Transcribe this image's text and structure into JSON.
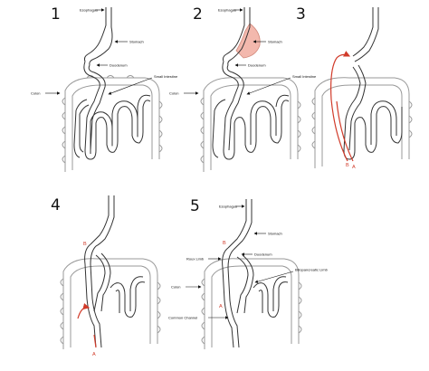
{
  "panels": [
    {
      "number": "1",
      "labels": {
        "esophagus": "Esophagus",
        "stomach": "Stomach",
        "duodenum": "Duodenum",
        "small_intestine": "Small Intestine",
        "colon": "Colon"
      }
    },
    {
      "number": "2",
      "labels": {
        "esophagus": "Esophagus",
        "stomach": "Stomach",
        "duodenum": "Duodenum",
        "small_intestine": "Small Intestine",
        "colon": "Colon"
      }
    },
    {
      "number": "3",
      "markers": {
        "b": "B",
        "a": "A"
      }
    },
    {
      "number": "4",
      "markers": {
        "b": "B",
        "a": "A"
      }
    },
    {
      "number": "5",
      "labels": {
        "esophagus": "Esophagus",
        "stomach": "Stomach",
        "duodenum": "Duodenum",
        "roux_limb": "Roux Limb",
        "bp_limb": "Biliopancreatic Limb",
        "colon": "Colon",
        "common_channel": "Common Channel"
      },
      "markers": {
        "b": "B",
        "a": "A"
      }
    }
  ],
  "colors": {
    "outline": "#333333",
    "colon_outline": "#9a9a9a",
    "stomach_fill": "#f3b8ad",
    "highlight": "#d13b2a",
    "text": "#111111"
  }
}
